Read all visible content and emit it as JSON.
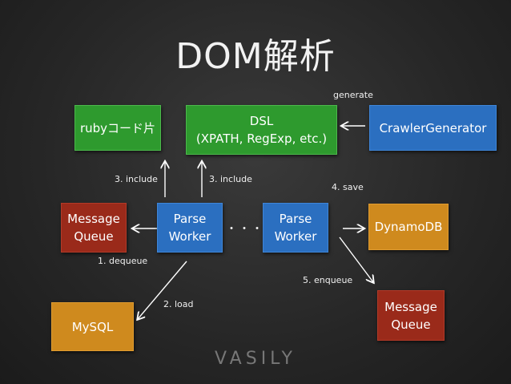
{
  "title": "DOM解析",
  "boxes": {
    "ruby": "rubyコード片",
    "dsl_line1": "DSL",
    "dsl_line2": "(XPATH, RegExp, etc.)",
    "crawler": "CrawlerGenerator",
    "message_queue_left_1": "Message",
    "message_queue_left_2": "Queue",
    "parse_worker_1_line1": "Parse",
    "parse_worker_1_line2": "Worker",
    "ellipsis": "・・・",
    "parse_worker_2_line1": "Parse",
    "parse_worker_2_line2": "Worker",
    "dynamodb": "DynamoDB",
    "mysql": "MySQL",
    "message_queue_right_1": "Message",
    "message_queue_right_2": "Queue"
  },
  "labels": {
    "generate": "generate",
    "include_1": "3. include",
    "include_2": "3. include",
    "save": "4. save",
    "dequeue": "1. dequeue",
    "enqueue": "5. enqueue",
    "load": "2. load"
  },
  "footer": "VASILY"
}
